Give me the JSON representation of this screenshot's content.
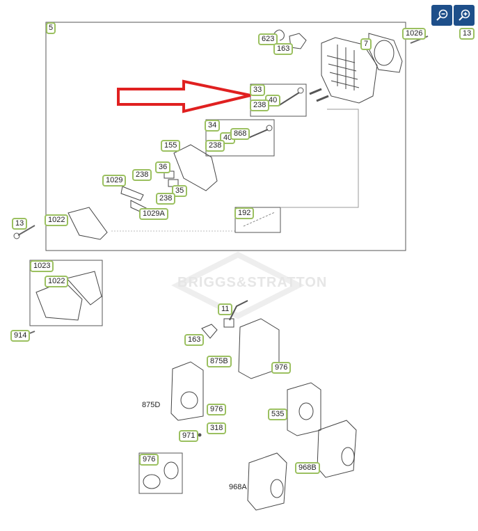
{
  "diagram": {
    "watermark": "BRIGGS&STRATTON",
    "callout_color": "#9bc060",
    "arrow_color": "#e02020",
    "groups": {
      "head_assembly": "5",
      "intake_valve_kit": "33",
      "exhaust_valve_kit": "34",
      "breather_kit": "192",
      "valve_cover_kit": "1023",
      "filter_kit": "976"
    },
    "labels": {
      "p1026": "1026",
      "p13top": "13",
      "p623": "623",
      "p163a": "163",
      "p7": "7",
      "p33": "33",
      "p40a": "40",
      "p238a": "238",
      "p34": "34",
      "p40b": "40",
      "p868": "868",
      "p238b": "238",
      "p155": "155",
      "p36": "36",
      "p238c": "238",
      "p1029": "1029",
      "p35": "35",
      "p238d": "238",
      "p1029A": "1029A",
      "p13": "13",
      "p1022a": "1022",
      "p192": "192",
      "p1023": "1023",
      "p1022b": "1022",
      "p914": "914",
      "p11": "11",
      "p163b": "163",
      "p875B": "875B",
      "p976a": "976",
      "p875D": "875D",
      "p976b": "976",
      "p535": "535",
      "p318": "318",
      "p971": "971",
      "p976c": "976",
      "p968B": "968B",
      "p968A": "968A"
    }
  },
  "toolbar": {
    "zoom_out_icon": "magnifier-minus",
    "zoom_in_icon": "magnifier-plus",
    "button_color": "#1e4f8a"
  }
}
